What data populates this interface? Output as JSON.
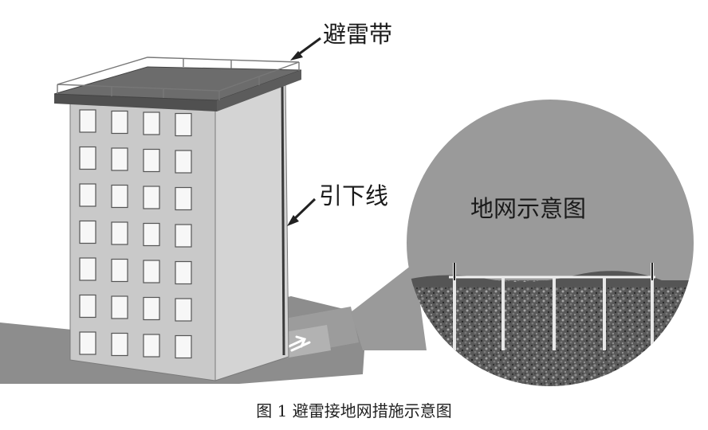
{
  "labels": {
    "lightning_belt": "避雷带",
    "down_conductor": "引下线",
    "grounding_grid": "地网示意图"
  },
  "caption": "图 1 避雷接地网措施示意图",
  "colors": {
    "ground": "#8d8d8d",
    "roof": "#6c6c6c",
    "facade": "#c9c9c9",
    "side_wall": "#d4d4d4",
    "window": "#f7f7f7",
    "bubble": "#9a9a9a",
    "soil": "#4a4a4a"
  }
}
